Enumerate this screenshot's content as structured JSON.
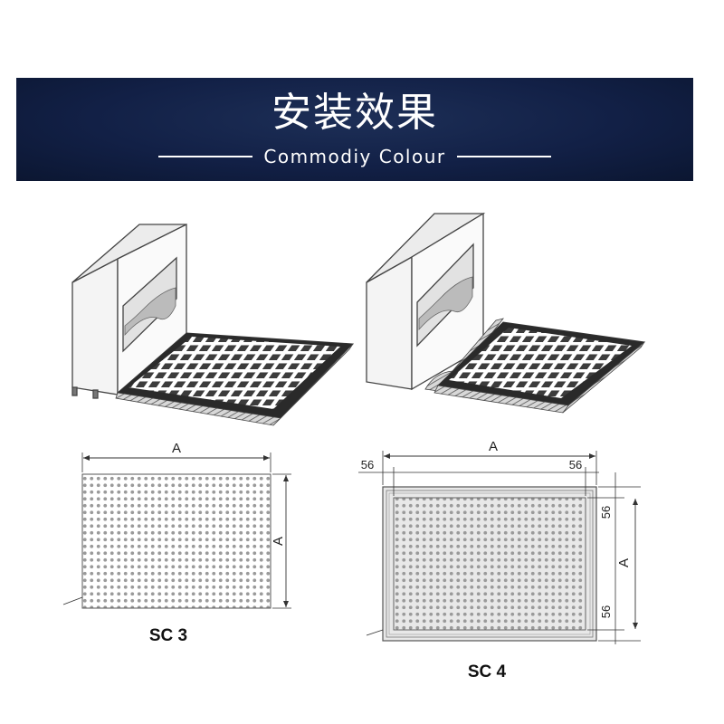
{
  "header": {
    "title": "安装效果",
    "subtitle": "Commodiy  Colour",
    "background": "#122046"
  },
  "diagrams": {
    "sc3": {
      "caption": "SC 3",
      "dim_top": "A",
      "dim_side": "A"
    },
    "sc4": {
      "caption": "SC 4",
      "dim_top": "A",
      "dim_side": "A",
      "dim_margin_left": "56",
      "dim_margin_right": "56",
      "dim_margin_top": "56",
      "dim_margin_bottom": "56"
    }
  }
}
